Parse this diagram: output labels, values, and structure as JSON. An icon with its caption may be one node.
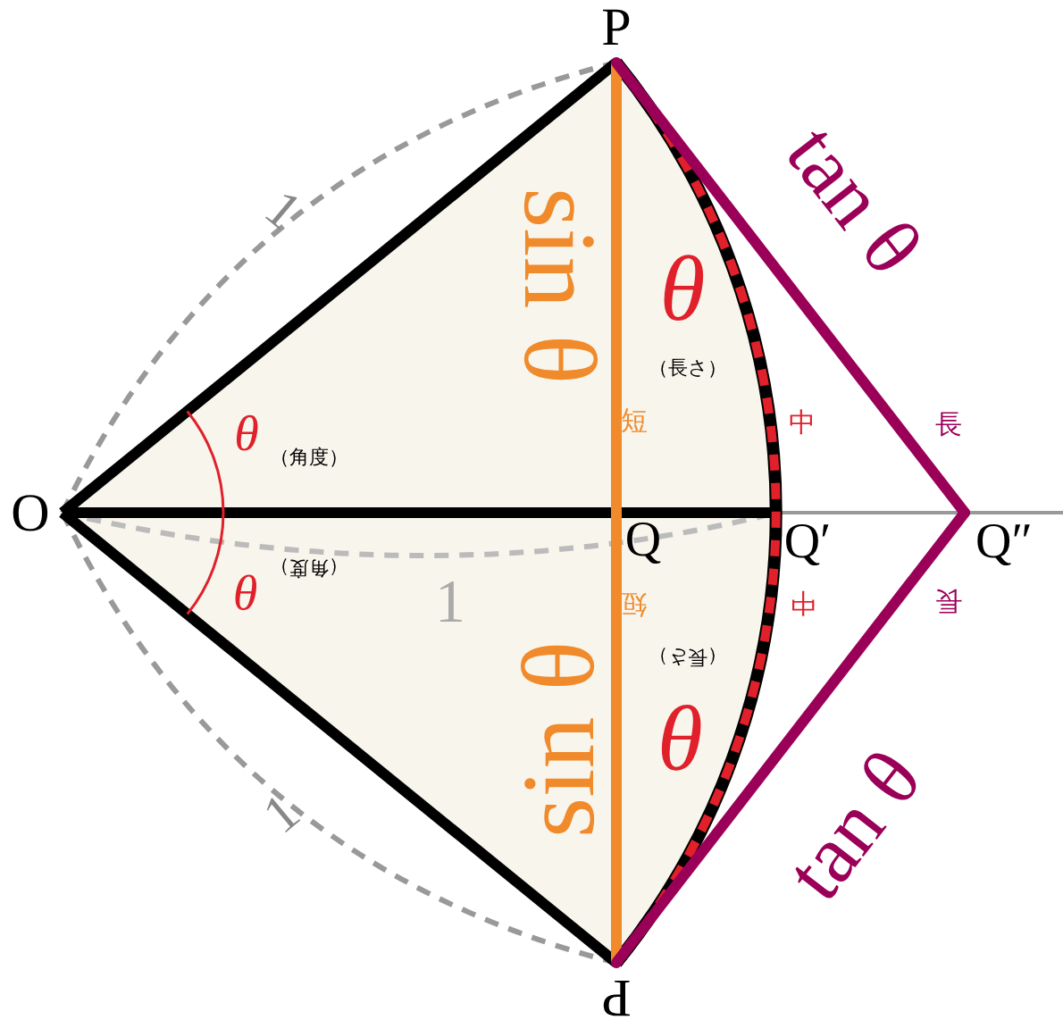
{
  "diagram": {
    "labels": [
      "P",
      "1",
      "tan θ",
      "sin θ",
      "θ",
      "（長さ）",
      "θ",
      "（角度）",
      "短",
      "中",
      "長",
      "O",
      "Q",
      "Q′",
      "Q″",
      "θ",
      "（角度）",
      "1",
      "短",
      "中",
      "長",
      "θ",
      "（長さ）",
      "sin θ",
      "1",
      "tan θ",
      "P"
    ]
  }
}
